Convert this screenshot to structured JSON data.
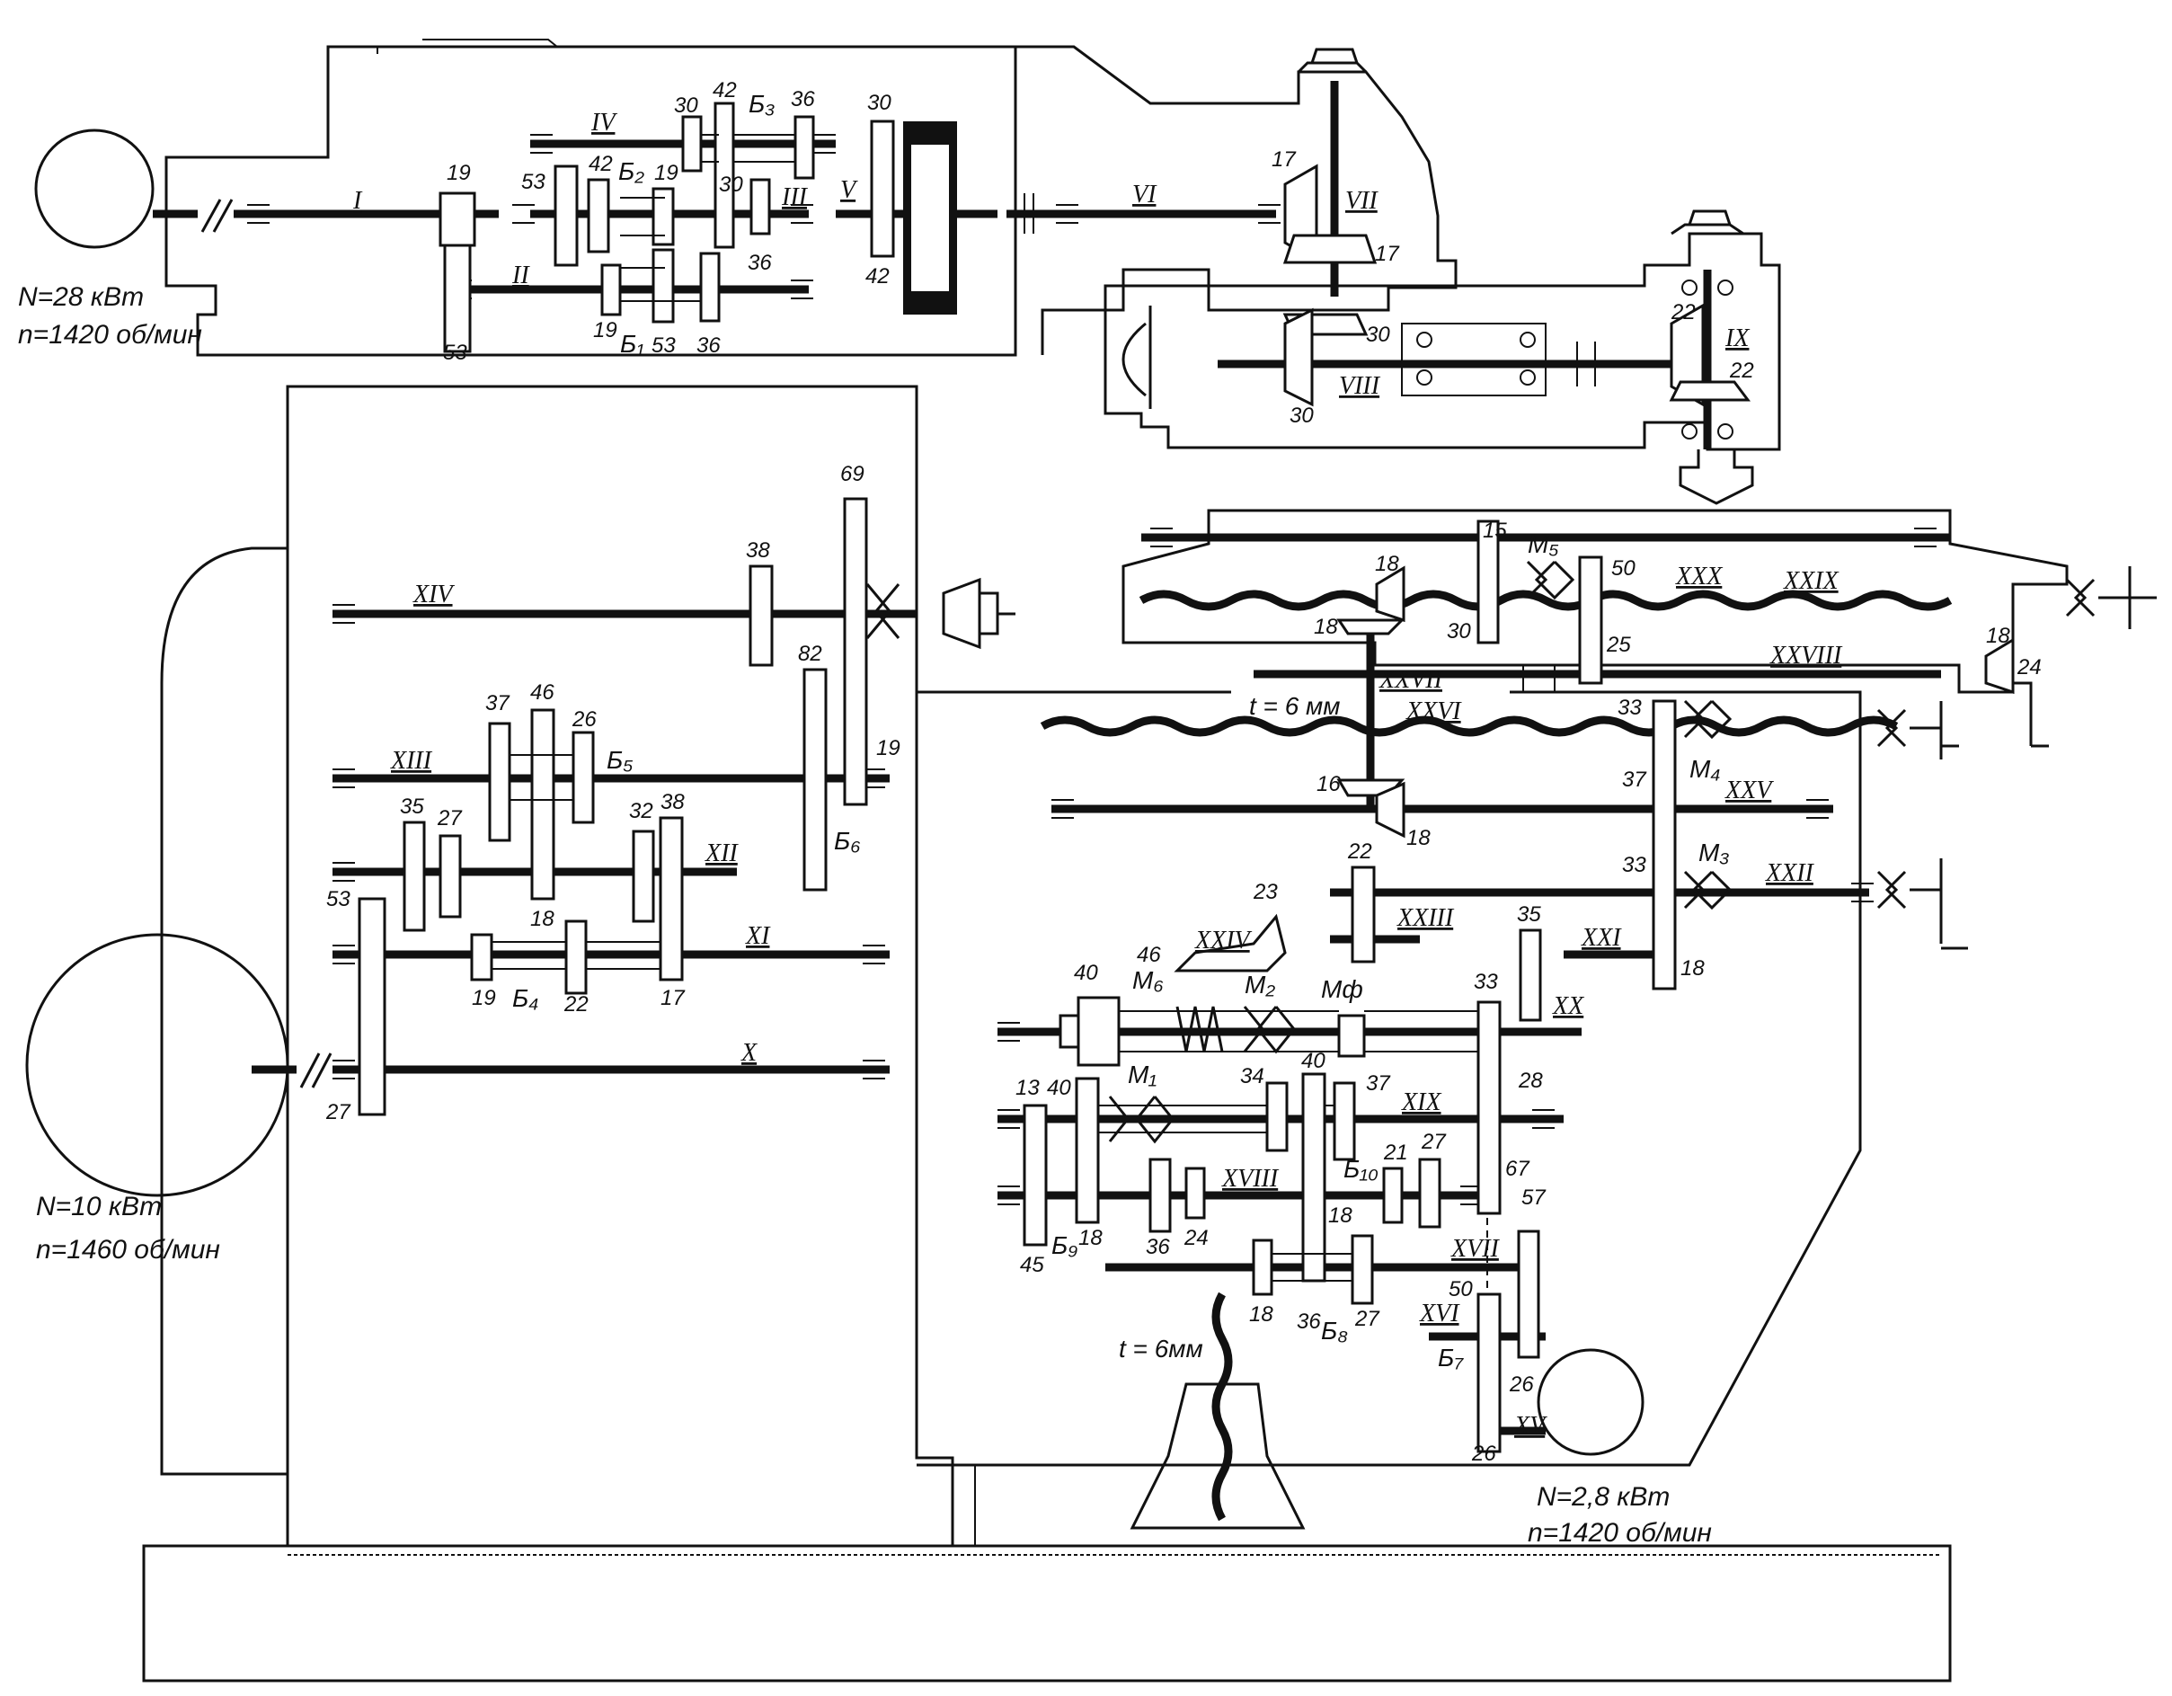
{
  "motors": {
    "main": {
      "power": "N=28 кВт",
      "speed": "n=1420 об/мин"
    },
    "feed": {
      "power": "N=10 кВт",
      "speed": "n=1460 об/мин"
    },
    "rapid": {
      "power": "N=2,8 кВт",
      "speed": "n=1420 об/мин"
    }
  },
  "shafts": {
    "I": "I",
    "II": "II",
    "III": "III",
    "IV": "IV",
    "V": "V",
    "VI": "VI",
    "VII": "VII",
    "VIII": "VIII",
    "IX": "IX",
    "X": "X",
    "XI": "XI",
    "XII": "XII",
    "XIII": "XIII",
    "XIV": "XIV",
    "XV": "XV",
    "XVI": "XVI",
    "XVII": "XVII",
    "XVIII": "XVIII",
    "XIX": "XIX",
    "XX": "XX",
    "XXI": "XXI",
    "XXII": "XXII",
    "XXIII": "XXIII",
    "XXIV": "XXIV",
    "XXV": "XXV",
    "XXVI": "XXVI",
    "XXVII": "XXVII",
    "XXVIII": "XXVIII",
    "XXIX": "XXIX",
    "XXX": "XXX"
  },
  "blocks": {
    "b1": "Б₁",
    "b2": "Б₂",
    "b3": "Б₃",
    "b4": "Б₄",
    "b5": "Б₅",
    "b6": "Б₆",
    "b7": "Б₇",
    "b8": "Б₈",
    "b9": "Б₉",
    "b10": "Б₁₀"
  },
  "clutches": {
    "m1": "M₁",
    "m2": "M₂",
    "m3": "M₃",
    "m4": "M₄",
    "m5": "M₅",
    "m6": "M₆",
    "mf": "Mф"
  },
  "pitch": {
    "a": "t = 6 мм",
    "b": "t = 6мм"
  },
  "teeth": {
    "t1": "19",
    "t2": "53",
    "t3": "53",
    "t4": "42",
    "t5": "19",
    "t6": "30",
    "t7": "42",
    "t8": "36",
    "t9": "30",
    "t10": "36",
    "t11": "19",
    "t12": "53",
    "t13": "36",
    "t14": "30",
    "t15": "42",
    "t16": "30",
    "t17": "17",
    "t18": "17",
    "t19": "30",
    "t20": "30",
    "t21": "22",
    "t22": "22",
    "t23": "69",
    "t24": "38",
    "t25": "82",
    "t26": "19",
    "t27": "37",
    "t28": "46",
    "t29": "26",
    "t30": "35",
    "t31": "27",
    "t32": "32",
    "t33": "38",
    "t34": "18",
    "t35": "53",
    "t36": "19",
    "t37": "22",
    "t38": "17",
    "t39": "27",
    "t40": "15",
    "t41": "18",
    "t42": "18",
    "t43": "30",
    "t44": "50",
    "t45": "25",
    "t46": "18",
    "t47": "24",
    "t48": "33",
    "t49": "37",
    "t50": "16",
    "t51": "18",
    "t52": "33",
    "t53": "22",
    "t54": "23",
    "t55": "35",
    "t56": "18",
    "t57": "40",
    "t58": "46",
    "t59": "33",
    "t60": "34",
    "t61": "40",
    "t62": "37",
    "t63": "28",
    "t64": "13",
    "t65": "40",
    "t66": "67",
    "t67": "21",
    "t68": "27",
    "t69": "36",
    "t70": "24",
    "t71": "18",
    "t72": "45",
    "t73": "18",
    "t74": "18",
    "t75": "36",
    "t76": "27",
    "t77": "57",
    "t78": "50",
    "t79": "26",
    "t80": "26"
  }
}
